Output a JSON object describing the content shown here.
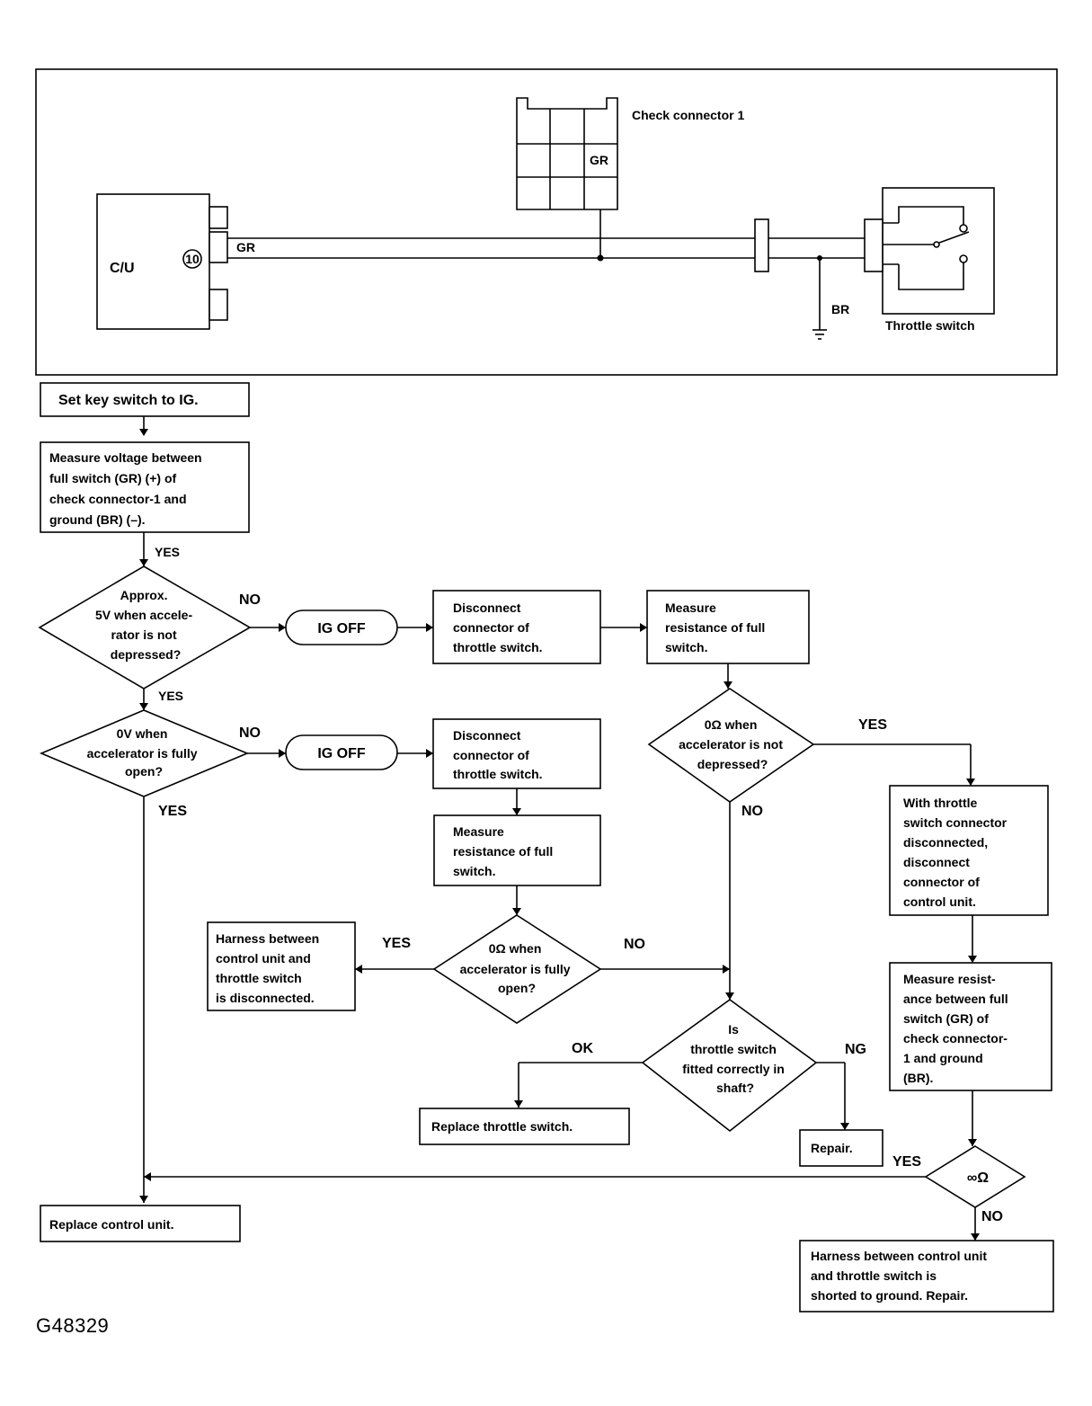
{
  "wiring": {
    "check_connector_label": "Check connector 1",
    "connector_pin_label": "GR",
    "cu_label": "C/U",
    "cu_pin_number": "10",
    "wire_gr_label": "GR",
    "ground_wire_label": "BR",
    "throttle_switch_label": "Throttle switch"
  },
  "flow": {
    "set_key": "Set key switch to IG.",
    "measure_voltage": [
      "Measure voltage between",
      "full switch (GR) (+) of",
      "check connector-1 and",
      "ground (BR) (–)."
    ],
    "q_5v": [
      "Approx.",
      "5V when accele-",
      "rator is not",
      "depressed?"
    ],
    "q_0v": [
      "0V when",
      "accelerator is fully",
      "open?"
    ],
    "ig_off_1": "IG OFF",
    "ig_off_2": "IG OFF",
    "disconnect_1": [
      "Disconnect",
      "connector of",
      "throttle switch."
    ],
    "disconnect_2": [
      "Disconnect",
      "connector of",
      "throttle switch."
    ],
    "measure_res_1": [
      "Measure",
      "resistance of full",
      "switch."
    ],
    "measure_res_2": [
      "Measure",
      "resistance of full",
      "switch."
    ],
    "q_0ohm_not_depressed": [
      "0Ω when",
      "accelerator is not",
      "depressed?"
    ],
    "q_0ohm_fully_open": [
      "0Ω when",
      "accelerator is fully",
      "open?"
    ],
    "harness_disconnected": [
      "Harness between",
      "control unit and",
      "throttle switch",
      "is disconnected."
    ],
    "q_fitted": [
      "Is",
      "throttle switch",
      "fitted correctly in",
      "shaft?"
    ],
    "replace_throttle": "Replace throttle switch.",
    "repair": "Repair.",
    "with_throttle": [
      "With throttle",
      "switch connector",
      "disconnected,",
      "disconnect",
      "connector of",
      "control unit."
    ],
    "measure_res_gr": [
      "Measure resist-",
      "ance between full",
      "switch (GR) of",
      "check connector-",
      "1 and ground",
      "(BR)."
    ],
    "q_inf": "∞Ω",
    "replace_cu": "Replace control unit.",
    "harness_shorted": [
      "Harness between control unit",
      "and throttle switch is",
      "shorted to ground. Repair."
    ]
  },
  "edge_labels": {
    "yes_1": "YES",
    "yes_2": "YES",
    "yes_3": "YES",
    "yes_4": "YES",
    "yes_5": "YES",
    "yes_6": "YES",
    "no_1": "NO",
    "no_2": "NO",
    "no_3": "NO",
    "no_4": "NO",
    "no_5": "NO",
    "ok": "OK",
    "ng": "NG"
  },
  "figure_id": "G48329"
}
